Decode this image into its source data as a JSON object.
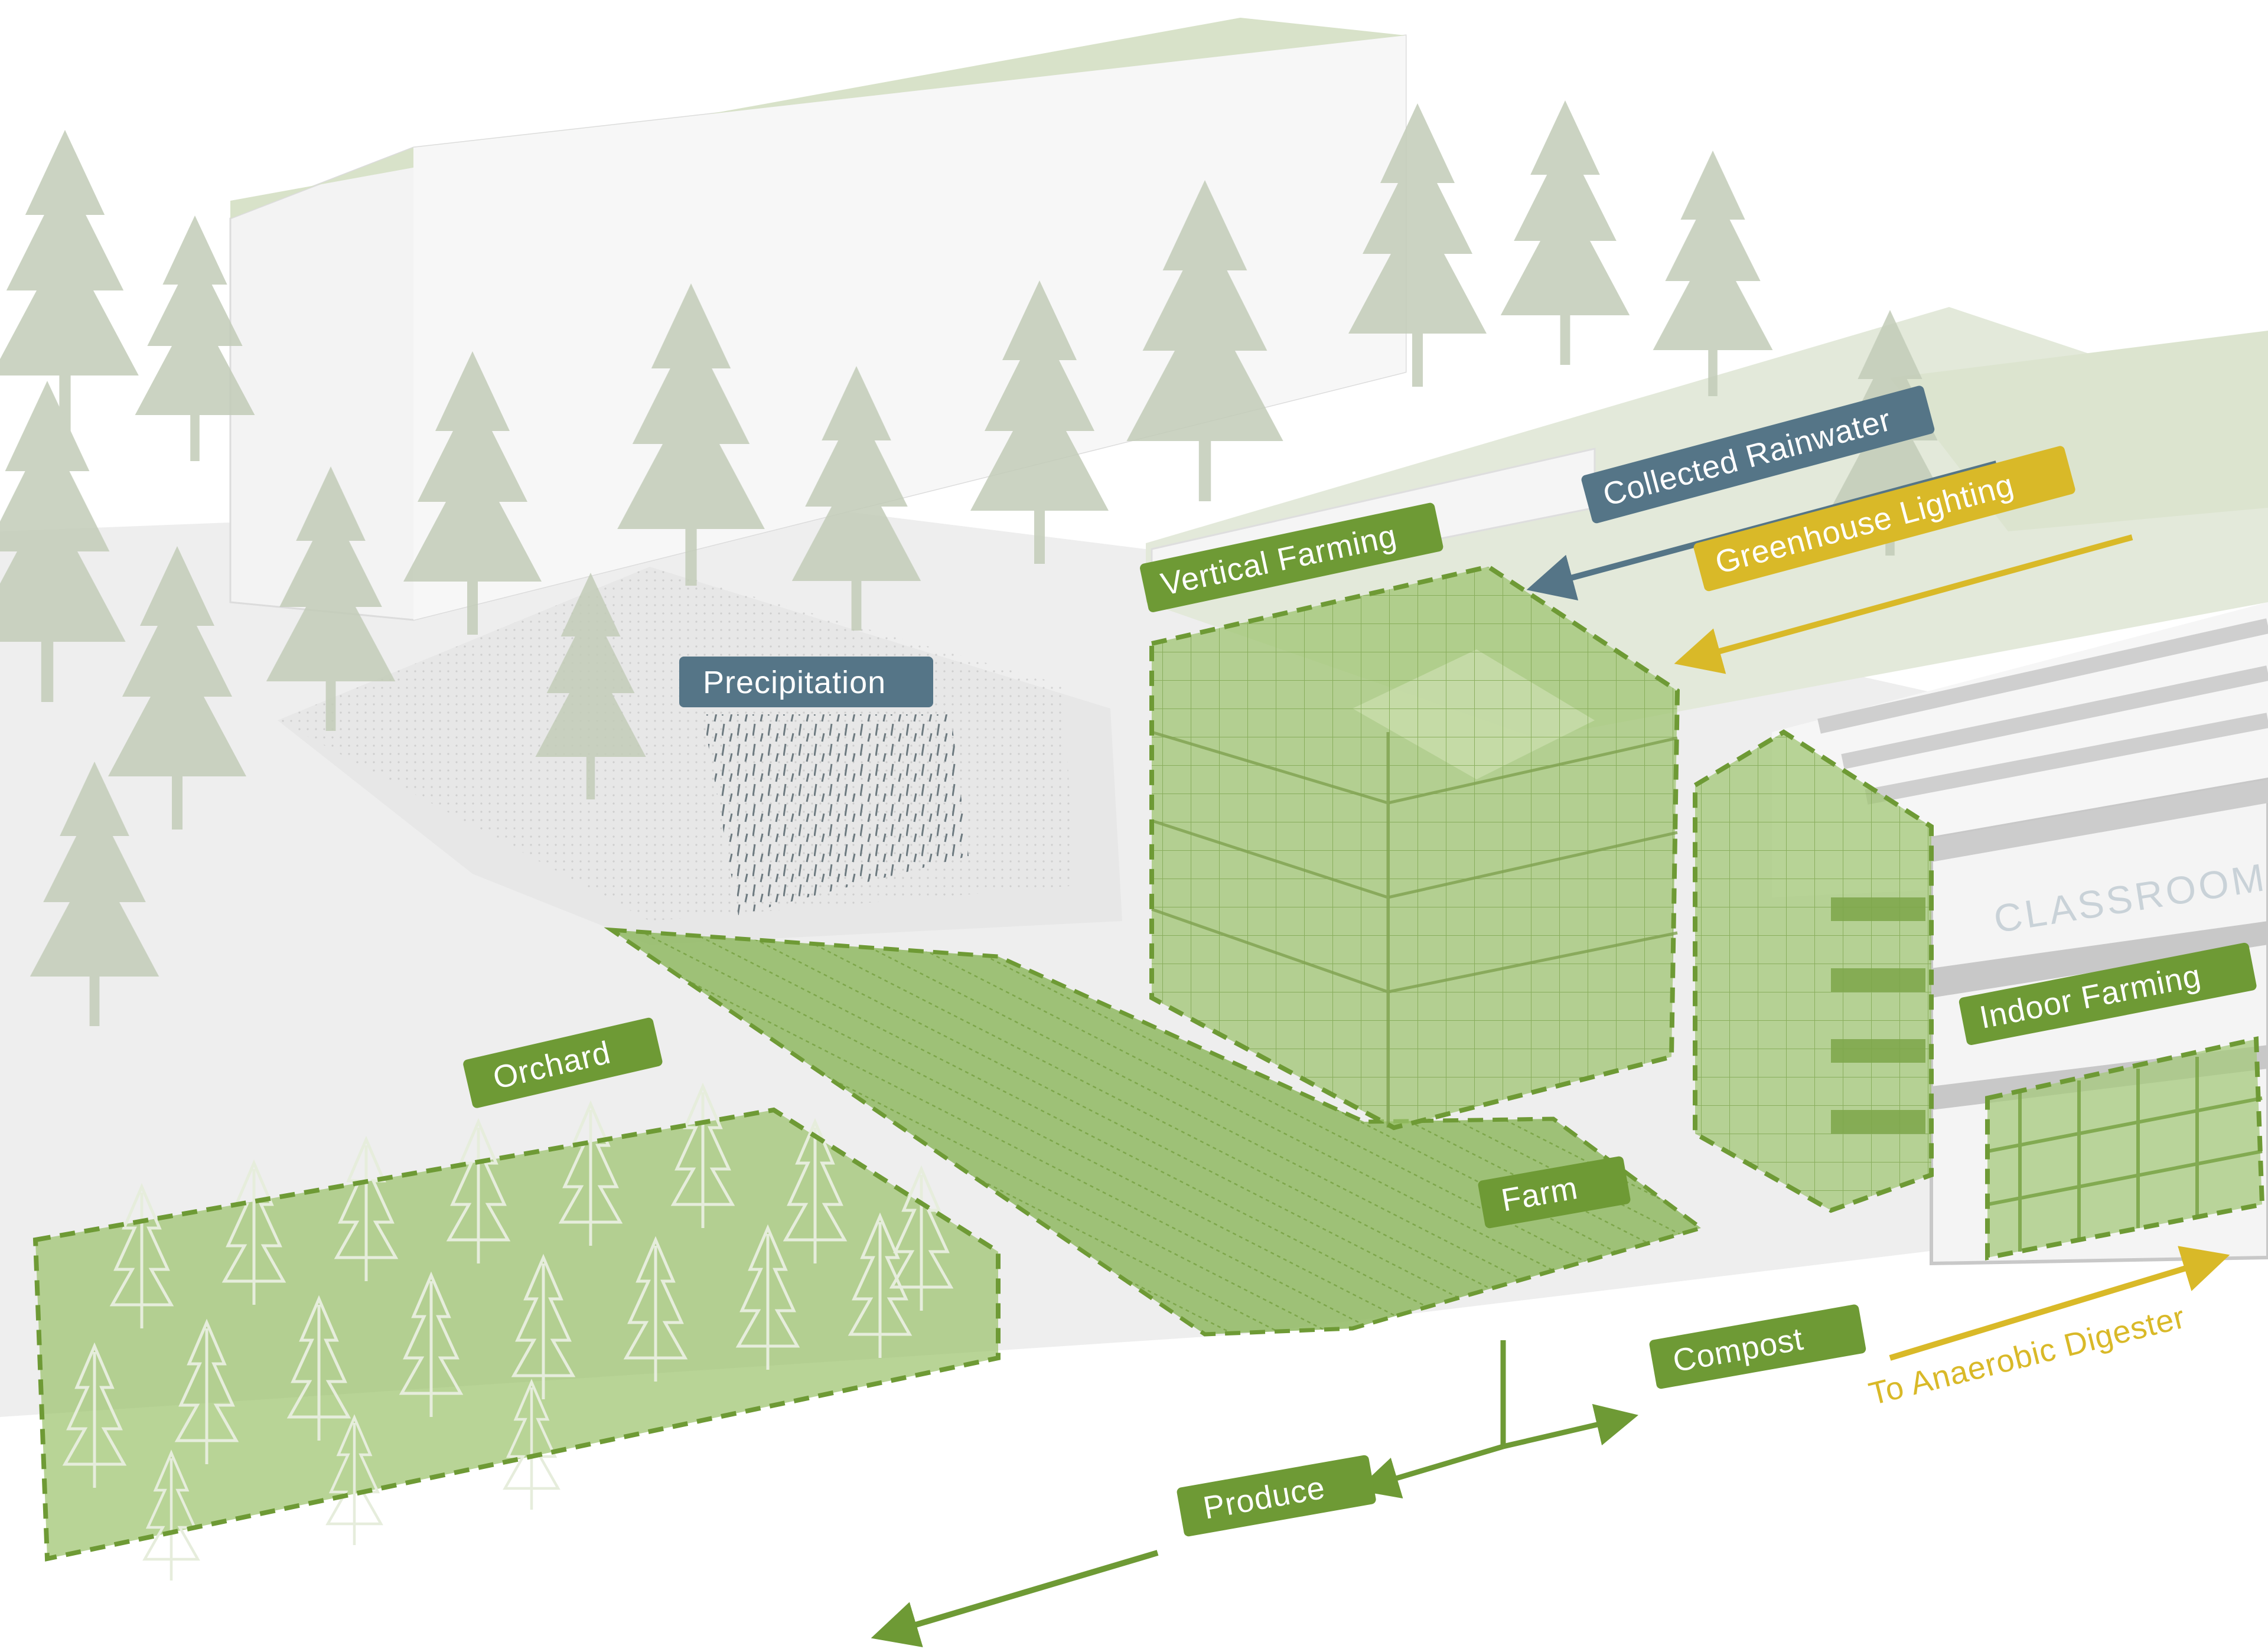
{
  "colors": {
    "green_label": "#6e9a35",
    "green_zone": "#8fb862",
    "green_dash": "#6e9a35",
    "blue_label": "#557587",
    "yellow_label": "#d9b928",
    "tree": "#b9c6ae",
    "building": "#f2f2f2",
    "roof": "#d9e2cc",
    "ground": "#ececec"
  },
  "labels": {
    "vertical_farming": "Vertical Farming",
    "collected_rainwater": "Collected Rainwater",
    "greenhouse_lighting": "Greenhouse Lighting",
    "precipitation": "Precipitation",
    "classrooms": "CLASSROOMS",
    "indoor_farming": "Indoor Farming",
    "orchard": "Orchard",
    "farm": "Farm",
    "compost": "Compost",
    "to_anaerobic_digester": "To Anaerobic Digester",
    "produce": "Produce"
  },
  "icons": [
    "arrow-icon",
    "tree-icon",
    "rain-icon"
  ]
}
